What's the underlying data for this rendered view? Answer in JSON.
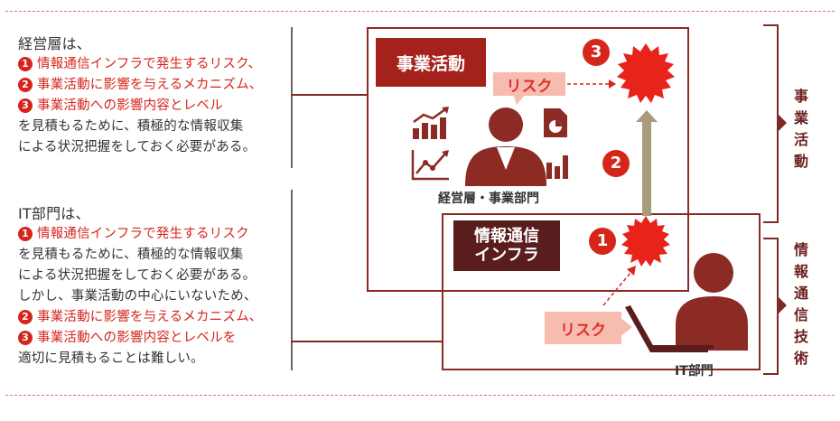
{
  "left": {
    "para1": {
      "head": "経営層は、",
      "items": [
        {
          "num": "1",
          "text": "情報通信インフラで発生するリスク、"
        },
        {
          "num": "2",
          "text": "事業活動に影響を与えるメカニズム、"
        },
        {
          "num": "3",
          "text": "事業活動への影響内容とレベル"
        }
      ],
      "tail": [
        "を見積もるために、積極的な情報収集",
        "による状況把握をしておく必要がある。"
      ]
    },
    "para2": {
      "head": "IT部門は、",
      "item1": {
        "num": "1",
        "text": "情報通信インフラで発生するリスク"
      },
      "mid": [
        "を見積もるために、積極的な情報収集",
        "による状況把握をしておく必要がある。",
        "しかし、事業活動の中心にいないため、"
      ],
      "items": [
        {
          "num": "2",
          "text": "事業活動に影響を与えるメカニズム、"
        },
        {
          "num": "3",
          "text": "事業活動への影響内容とレベルを"
        }
      ],
      "tail": [
        "適切に見積もることは難しい。"
      ]
    }
  },
  "diagram": {
    "business_label": "事業活動",
    "infra_label_line1": "情報通信",
    "infra_label_line2": "インフラ",
    "risk_top": "リスク",
    "risk_bottom": "リスク",
    "mgmt_caption": "経営層・事業部門",
    "it_caption": "IT部門",
    "steps": [
      "3",
      "2",
      "1"
    ]
  },
  "right": {
    "bracket_top": [
      "事",
      "業",
      "活",
      "動"
    ],
    "bracket_bottom": [
      "情",
      "報",
      "通",
      "信",
      "技",
      "術"
    ]
  },
  "colors": {
    "accent_red": "#d6251b",
    "dark_maroon": "#8c2b24",
    "deep_maroon": "#5a1d1d",
    "risk_pink": "#f7bcb0",
    "burst_red": "#e8231a",
    "arrow_olive": "#a89c7c"
  }
}
